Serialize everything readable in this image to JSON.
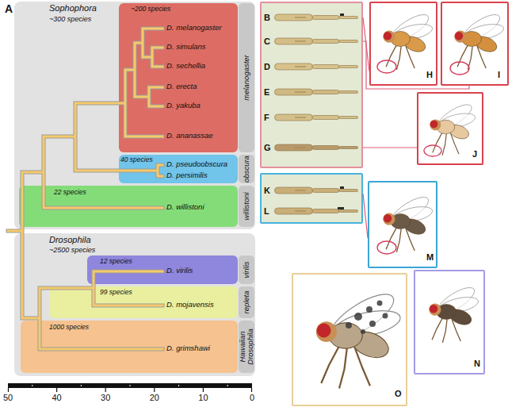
{
  "diagram": {
    "nodes": [
      {
        "text": [
          "Sophophora",
          "~300 species"
        ]
      },
      {
        "text": [
          "~200 species",
          "D. melanogaster",
          "D. simulans",
          "D. sechellia",
          "D. erecta",
          "D. yakuba",
          "D. ananassae",
          "melanogaster"
        ],
        "in": 0
      },
      {
        "text": [
          "40 species",
          "D. pseudoobscura",
          "D. persimilis",
          "obscura"
        ],
        "in": 0
      },
      {
        "text": [
          "22 species",
          "D. willistoni",
          "willistoni"
        ],
        "in": 0
      },
      {
        "text": [
          "Drosophila",
          "~2500 species"
        ]
      },
      {
        "text": [
          "12 species",
          "D. virilis",
          "virilis"
        ],
        "in": 4
      },
      {
        "text": [
          "99 species",
          "D. mojavensis",
          "repleta"
        ],
        "in": 4
      },
      {
        "text": [
          "1000 species",
          "D. grimshawi",
          "Hawaiian Drosophila"
        ],
        "in": 4
      },
      {
        "text": [
          "B",
          "C",
          "D",
          "E",
          "F",
          "G"
        ]
      },
      {
        "text": [
          "H"
        ]
      },
      {
        "text": [
          "I"
        ]
      },
      {
        "text": [
          "J"
        ]
      },
      {
        "text": [
          "K",
          "L"
        ]
      },
      {
        "text": [
          "M"
        ]
      },
      {
        "text": [
          "O"
        ]
      },
      {
        "text": [
          "N"
        ]
      }
    ],
    "edges": [
      {
        "from": 8,
        "to": 9,
        "arrow": "none"
      },
      {
        "from": 8,
        "to": 10,
        "arrow": "none"
      },
      {
        "from": 8,
        "to": 11,
        "arrow": "none"
      },
      {
        "from": 12,
        "to": 13,
        "arrow": "none"
      }
    ],
    "labels": [
      "A",
      "50",
      "40",
      "30",
      "20",
      "10",
      "0"
    ]
  }
}
